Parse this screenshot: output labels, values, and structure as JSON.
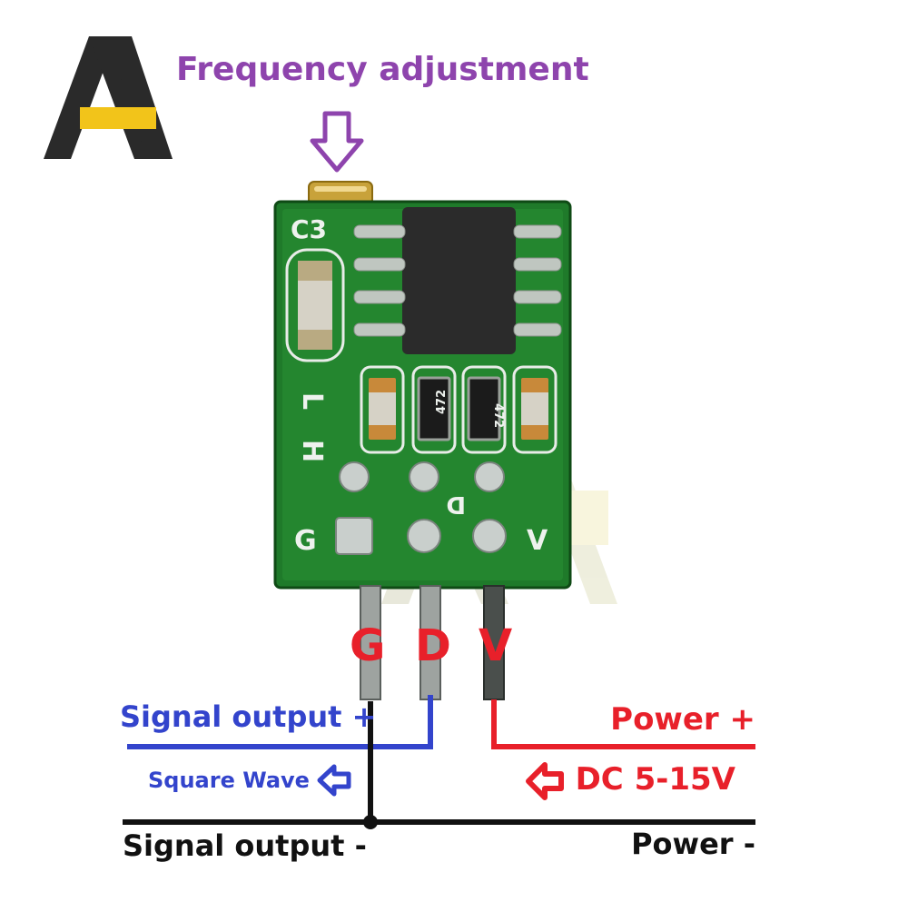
{
  "colors": {
    "purple": "#8e44ad",
    "blue": "#3344cc",
    "red": "#e8202a",
    "black": "#111111",
    "pcb": "#1f7a2a",
    "logo_yellow": "#f2c41a",
    "logo_dark": "#2a2a2a"
  },
  "icons": {
    "logo": "brand-logo-icon",
    "freq_arrow": "down-arrow-icon",
    "square_arrow": "left-arrow-icon",
    "dc_arrow": "left-arrow-icon"
  },
  "labels": {
    "frequency_adjustment": "Frequency adjustment",
    "signal_output_plus": "Signal output +",
    "square_wave": "Square Wave",
    "power_plus": "Power +",
    "dc_range": "DC 5-15V",
    "signal_output_minus": "Signal output -",
    "power_minus": "Power -"
  },
  "pins": {
    "g": "G",
    "d": "D",
    "v": "V"
  },
  "silkscreen": {
    "c3": "C3",
    "l": "L",
    "h": "H",
    "d": "D",
    "g": "G",
    "v": "V",
    "res1": "472",
    "res2": "472"
  }
}
